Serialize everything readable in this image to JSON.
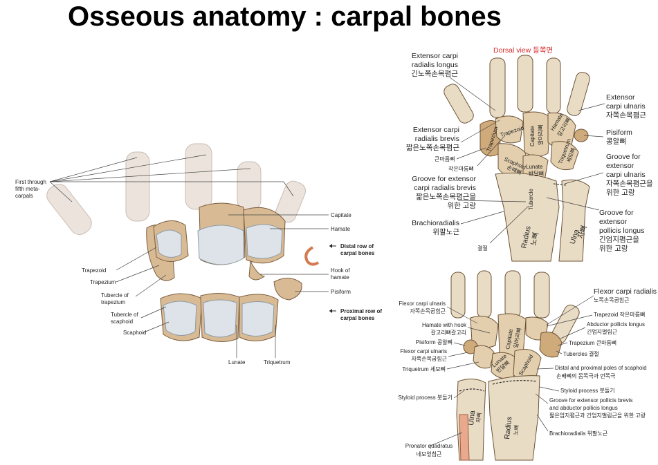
{
  "title": "Osseous anatomy : carpal bones",
  "left_panel": {
    "labels": {
      "metacarpals": [
        "First through",
        "fifth meta-",
        "carpals"
      ],
      "capitate": "Capitate",
      "hamate": "Hamate",
      "distal_row": [
        "Distal row of",
        "carpal bones"
      ],
      "trapezoid": "Trapezoid",
      "trapezium": "Trapezium",
      "hook_of_hamate": [
        "Hook of",
        "hamate"
      ],
      "tubercle_trapezium": [
        "Tubercle of",
        "trapezium"
      ],
      "pisiform": "Pisiform",
      "tubercle_scaphoid": [
        "Tubercle of",
        "scaphoid"
      ],
      "proximal_row": [
        "Proximal row of",
        "carpal bones"
      ],
      "scaphoid": "Scaphoid",
      "lunate": "Lunate",
      "triquetrum": "Triquetrum"
    }
  },
  "dorsal_panel": {
    "view_label": "Dorsal view 등쪽면",
    "labels": {
      "ecrl": [
        "Extensor carpi",
        "radialis longus",
        "긴노쪽손목폄근"
      ],
      "ecu": [
        "Extensor",
        "carpi ulnaris",
        "자쪽손목폄근"
      ],
      "ecrb": [
        "Extensor carpi",
        "radialis brevis",
        "짧은노쪽손목폄근"
      ],
      "pisiform": [
        "Pisiform",
        "콩알뼈"
      ],
      "keunmareum": "큰마름뼈",
      "jageunmareum": "작은마름뼈",
      "groove_ecu": [
        "Groove for",
        "extensor",
        "carpi ulnaris",
        "자쪽손목폄근을",
        "위한 고랑"
      ],
      "groove_ecrb": [
        "Groove for extensor",
        "carpi radialis brevis",
        "짧은노쪽손목폄근을",
        "위한 고랑"
      ],
      "groove_epl": [
        "Groove for",
        "extensor",
        "pollicis longus",
        "긴엄지폄근을",
        "위한 고랑"
      ],
      "brachioradialis": [
        "Brachioradialis",
        "위팔노근"
      ],
      "tubercle_kr": "결절"
    },
    "bone_labels": {
      "trapezoid": "Trapezoid",
      "trapezium": "Trapezium",
      "capitate": "Capitate",
      "capitate_kr": "알머리뼈",
      "hamate": "Hamate",
      "hamate_kr": "갈고리뼈",
      "scaphoid": "Scaphoid",
      "scaphoid_kr": "손배뼈",
      "lunate": "Lunate",
      "lunate_kr": "반달뼈",
      "triquetrum": "Triquetrum",
      "triquetrum_kr": "세모뼈",
      "tubercle": "Tubercle",
      "radius": "Radius",
      "radius_kr": "노뼈",
      "ulna": "Ulna",
      "ulna_kr": "자뼈"
    }
  },
  "palmar_panel": {
    "labels": {
      "fcu": [
        "Flexor carpi ulnaris",
        "자쪽손목굽힘근"
      ],
      "fcr": [
        "Flexor carpi radialis",
        "노쪽손목굽힘근"
      ],
      "trapezoid": "Trapezoid 작은마름뼈",
      "hamate_hook": [
        "Hamate with hook",
        "갈고리뼈갈고리"
      ],
      "apl": [
        "Abductor pollicis longus",
        "긴엄지벌림근"
      ],
      "pisiform": "Pisiform 콩알뼈",
      "trapezium": "Trapezium 큰마름뼈",
      "fcu2": [
        "Flexor carpi ulnaris",
        "자쪽손목굽힘근"
      ],
      "tubercles": "Tubercles 결절",
      "triquetrum": "Triquetrum 세모뼈",
      "scaphoid_poles": [
        "Distal and proximal poles of scaphoid",
        "손배뼈의 몸쪽극과 먼쪽극"
      ],
      "styloid_left": "Styloid process 붓돌기",
      "styloid_right": "Styloid process 붓돌기",
      "groove_epb": [
        "Groove for extensor pollicis brevis",
        "and abductor pollicis longus",
        "짧은엄지폄근과 긴엄지벌림근을 위한 고랑"
      ],
      "brachioradialis": "Brachioradialis 위팔노근",
      "pronator": [
        "Pronator quadratus",
        "네모엎침근"
      ]
    },
    "bone_labels": {
      "capitate": "Capitate",
      "capitate_kr": "알머리뼈",
      "lunate": "Lunate",
      "lunate_kr": "반달뼈",
      "scaphoid": "Scaphoid",
      "ulna": "Ulna",
      "ulna_kr": "자뼈",
      "radius": "Radius",
      "radius_kr": "노뼈"
    }
  }
}
